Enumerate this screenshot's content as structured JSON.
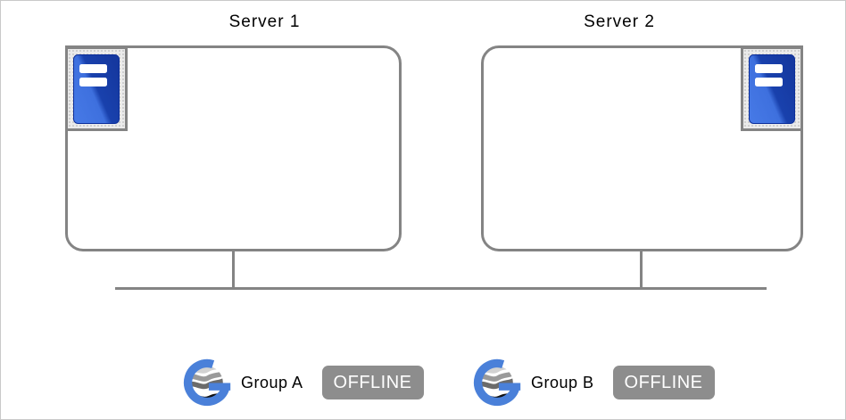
{
  "diagram": {
    "type": "cluster-topology",
    "servers": [
      {
        "title": "Server 1",
        "icon": "server-icon",
        "icon_corner": "top-left"
      },
      {
        "title": "Server 2",
        "icon": "server-icon",
        "icon_corner": "top-right"
      }
    ],
    "groups": [
      {
        "name": "Group A",
        "icon": "group-icon",
        "status": "OFFLINE"
      },
      {
        "name": "Group B",
        "icon": "group-icon",
        "status": "OFFLINE"
      }
    ],
    "network": {
      "bus_line": true,
      "connected_servers": 2
    }
  },
  "colors": {
    "canvas_border": "#c9c9c9",
    "line_gray": "#848484",
    "badge_gray": "#8d8d8d",
    "server_icon_blue_light": "#3e70de",
    "server_icon_blue_dark": "#1941ad",
    "group_icon_blue": "#4a80d9"
  }
}
